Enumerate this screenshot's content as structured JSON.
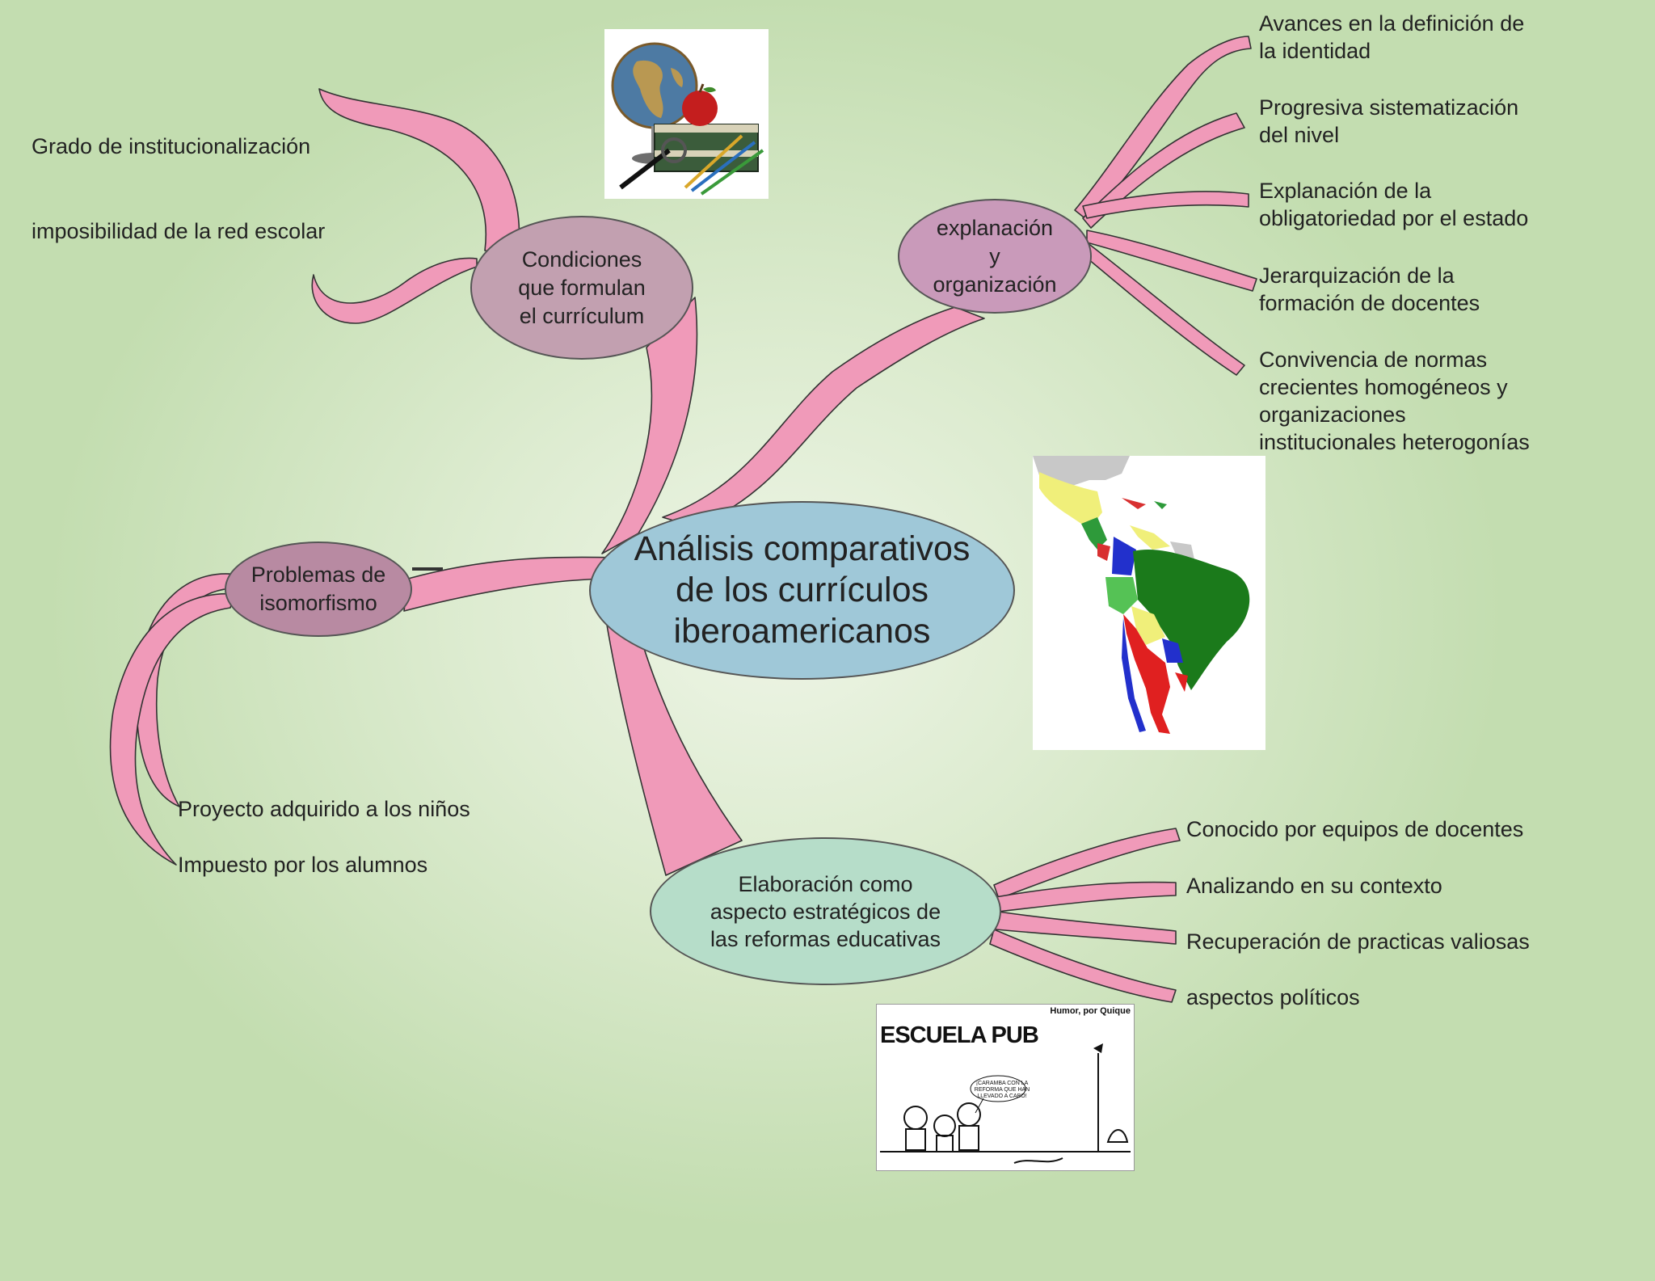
{
  "center": {
    "label": "Análisis comparativos de los currículos iberoamericanos"
  },
  "nodes": {
    "condiciones": "Condiciones que formulan el currículum",
    "explanacion": "explanación y organización",
    "problemas": "Problemas de isomorfismo",
    "elaboracion": "Elaboración como aspecto estratégicos de las reformas educativas"
  },
  "leaves": {
    "condiciones": [
      "Grado de institucionalización",
      "imposibilidad de la red escolar"
    ],
    "explanacion": [
      [
        "Avances en la definición de",
        "la identidad"
      ],
      [
        "Progresiva sistematización",
        "del nivel"
      ],
      [
        "Explanación de la",
        "obligatoriedad por el estado"
      ],
      [
        "Jerarquización de la",
        "formación de docentes"
      ],
      [
        "Convivencia de normas",
        "crecientes homogéneos y",
        "organizaciones",
        "institucionales heterogonías"
      ]
    ],
    "problemas": [
      "Proyecto adquirido a los niños",
      "Impuesto por los alumnos"
    ],
    "elaboracion": [
      "Conocido por equipos de docentes",
      "Analizando en su contexto",
      "Recuperación de practicas valiosas",
      "aspectos políticos"
    ]
  },
  "images": {
    "comic_title": "ESCUELA PUB",
    "comic_credit": "Humor, por Quique",
    "comic_speech": "¡CARAMBA CON LA REFORMA QUE HAN LLEVADO A CABO!"
  },
  "colors": {
    "background": "#cfe3bf",
    "branch": "#f09ab9",
    "center_node": "#9fc8d8",
    "condiciones_node": "#c2a0b0",
    "explanacion_node": "#c99aba",
    "problemas_node": "#b88aa2",
    "elaboracion_node": "#b6ddc9"
  }
}
